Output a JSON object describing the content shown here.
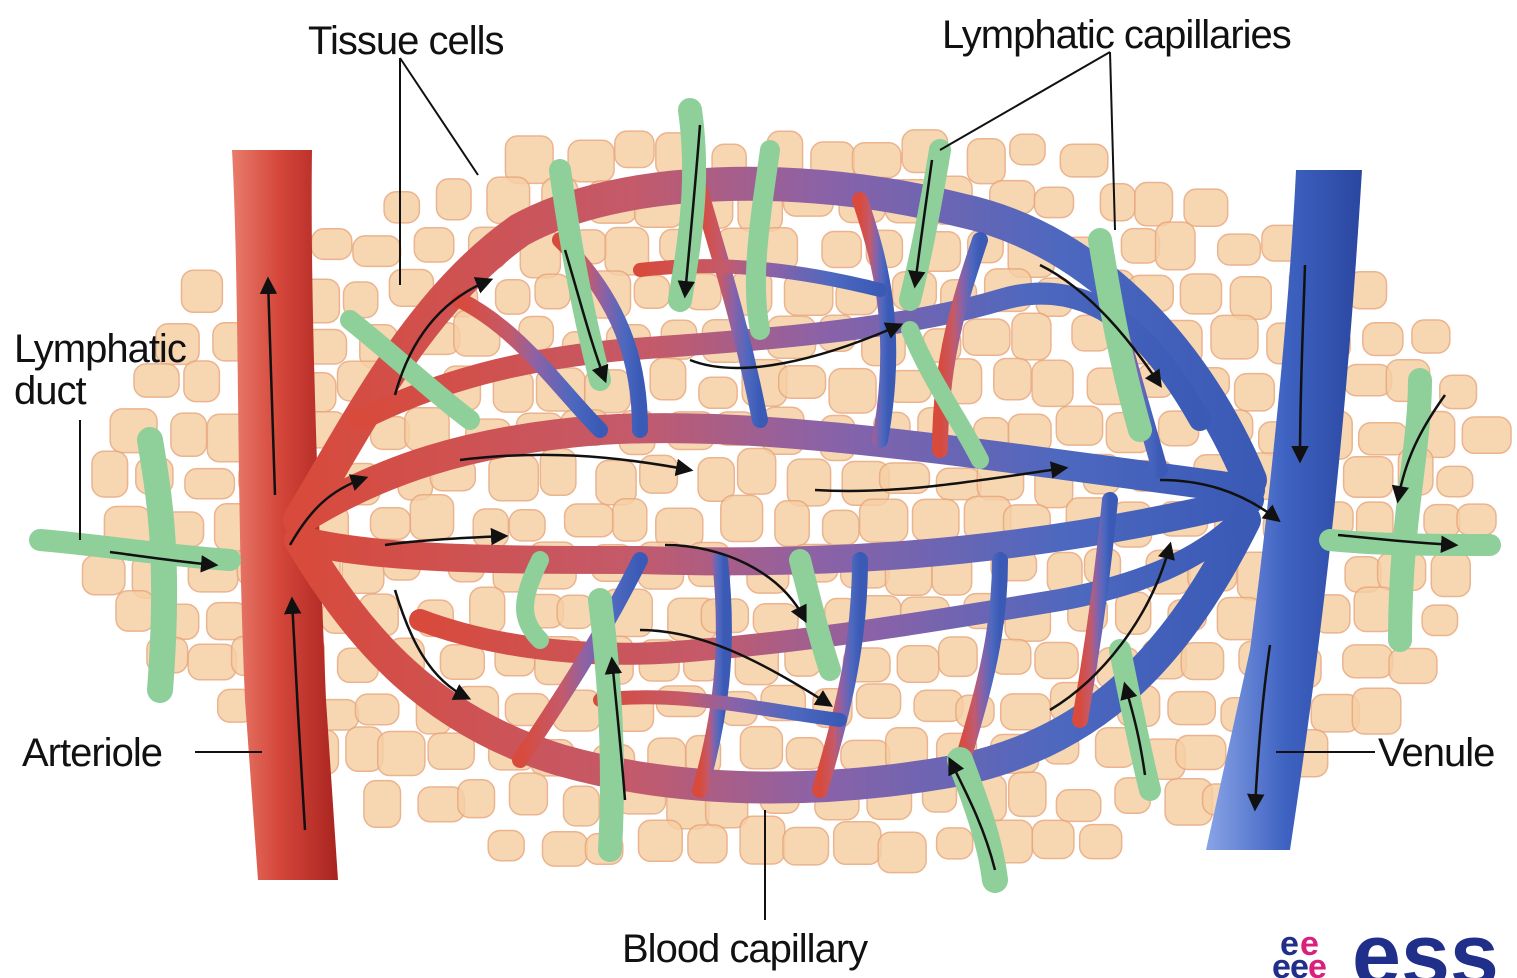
{
  "labels": {
    "tissue_cells": "Tissue cells",
    "lymphatic_capillaries": "Lymphatic capillaries",
    "lymphatic_duct_line1": "Lymphatic",
    "lymphatic_duct_line2": "duct",
    "arteriole": "Arteriole",
    "venule": "Venule",
    "blood_capillary": "Blood capillary"
  },
  "logo": {
    "text": "ess",
    "mark_letters": [
      "e",
      "e",
      "e",
      "e",
      "e"
    ]
  },
  "colors": {
    "arterial": "#d9473a",
    "arterial_dark": "#b52a23",
    "capillary_mid": "#8a62a8",
    "venous": "#3d5fb8",
    "venous_light": "#7f9be0",
    "lymphatic": "#8fcf9a",
    "tissue_cell": "#f6cfa5",
    "tissue_cell_edge": "#e8a87c",
    "logo_blue": "#1f2f8a",
    "logo_pink": "#d8207c"
  }
}
